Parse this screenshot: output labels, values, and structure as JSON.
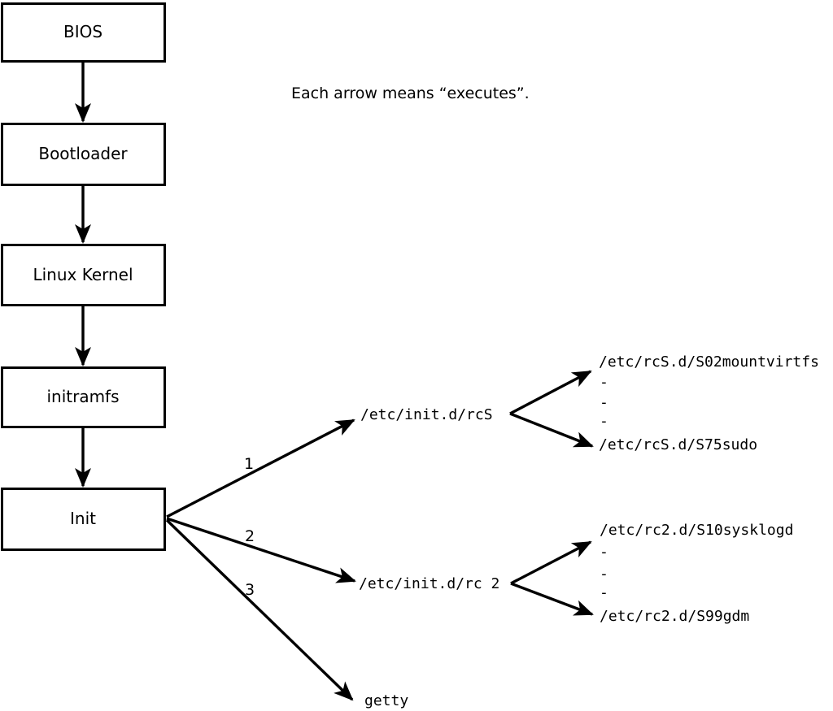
{
  "diagram": {
    "note": "Each arrow means “executes”.",
    "boxes": {
      "bios": "BIOS",
      "bootloader": "Bootloader",
      "kernel": "Linux Kernel",
      "initramfs": "initramfs",
      "init": "Init"
    },
    "branch_labels": {
      "first": "1",
      "second": "2",
      "third": "3"
    },
    "nodes": {
      "rcS": "/etc/init.d/rcS",
      "rc2": "/etc/init.d/rc 2",
      "getty": "getty"
    },
    "rcS_scripts": {
      "first": "/etc/rcS.d/S02mountvirtfs",
      "ellipsis1": "-",
      "ellipsis2": "-",
      "ellipsis3": "-",
      "last": "/etc/rcS.d/S75sudo"
    },
    "rc2_scripts": {
      "first": "/etc/rc2.d/S10sysklogd",
      "ellipsis1": "-",
      "ellipsis2": "-",
      "ellipsis3": "-",
      "last": "/etc/rc2.d/S99gdm"
    }
  }
}
